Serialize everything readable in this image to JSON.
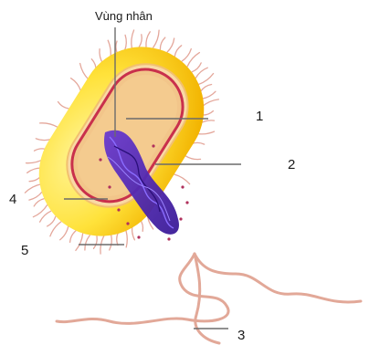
{
  "diagram": {
    "title_label": "Vùng nhân",
    "labels": [
      "1",
      "2",
      "3",
      "4",
      "5"
    ],
    "colors": {
      "capsule": "#ffe03a",
      "capsule_edge": "#f0b400",
      "wall": "#f7d9a6",
      "membrane": "#d1334f",
      "cytoplasm": "#f3c98c",
      "nucleoid": "#4a1fa8",
      "pili": "#e2a197",
      "flagellum": "#e7b3a4",
      "leader": "#6b6b6b"
    }
  }
}
